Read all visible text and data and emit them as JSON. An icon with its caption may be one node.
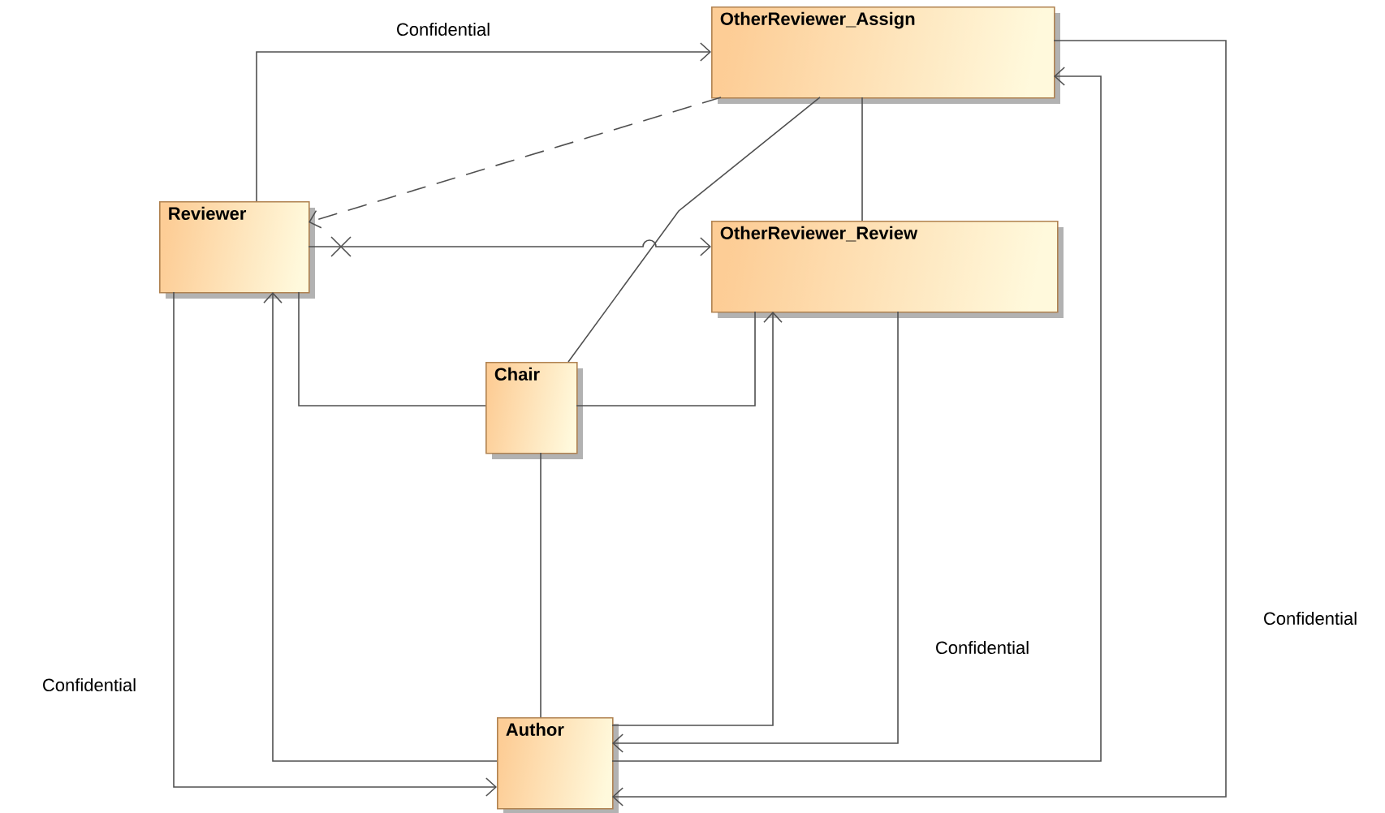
{
  "diagram": {
    "nodes": [
      {
        "text": [
          "OtherReviewer_Assign"
        ]
      },
      {
        "text": [
          "Reviewer"
        ]
      },
      {
        "text": [
          "OtherReviewer_Review"
        ]
      },
      {
        "text": [
          "Chair"
        ]
      },
      {
        "text": [
          "Author"
        ]
      }
    ],
    "edges": [
      {
        "from": 1,
        "to": 0,
        "arrow": "to",
        "label": "Confidential"
      },
      {
        "from": 0,
        "to": 1,
        "arrow": "to",
        "style": "dashed"
      },
      {
        "from": 1,
        "to": 2,
        "arrow": "to"
      },
      {
        "from": 3,
        "to": 0,
        "arrow": "none"
      },
      {
        "from": 0,
        "to": 2,
        "arrow": "none"
      },
      {
        "from": 3,
        "to": 1,
        "arrow": "none"
      },
      {
        "from": 3,
        "to": 2,
        "arrow": "none"
      },
      {
        "from": 3,
        "to": 4,
        "arrow": "none"
      },
      {
        "from": 4,
        "to": 1,
        "arrow": "to"
      },
      {
        "from": 4,
        "to": 2,
        "arrow": "to"
      },
      {
        "from": 2,
        "to": 4,
        "arrow": "to",
        "label": "Confidential"
      },
      {
        "from": 4,
        "to": 0,
        "arrow": "to"
      },
      {
        "from": 1,
        "to": 4,
        "arrow": "to",
        "label": "Confidential"
      },
      {
        "from": 0,
        "to": 4,
        "arrow": "to",
        "label": "Confidential"
      }
    ]
  }
}
